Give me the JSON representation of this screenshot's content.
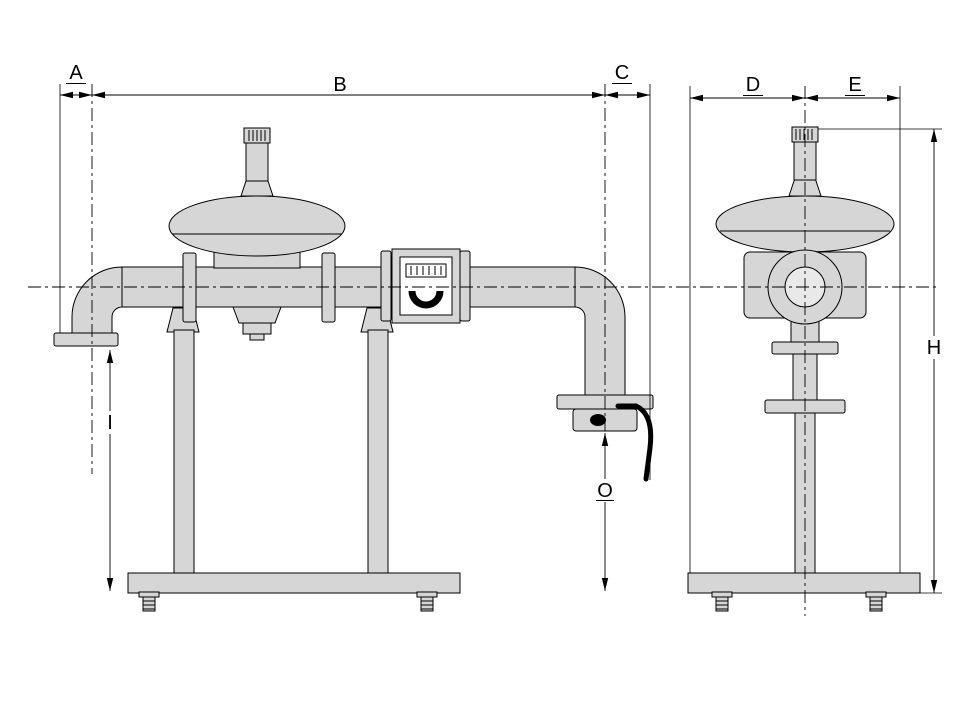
{
  "drawing": {
    "front_view": {
      "dim_labels": {
        "a": "A",
        "b": "B",
        "c": "C",
        "i": "I",
        "o": "O"
      }
    },
    "side_view": {
      "dim_labels": {
        "d": "D",
        "e": "E",
        "h": "H"
      }
    }
  },
  "colors": {
    "background": "#ffffff",
    "line": "#000000",
    "metal": "#d6d6d6",
    "metal_light": "#e9e9e9",
    "meter_face": "#ffffff",
    "handle": "#000000"
  }
}
